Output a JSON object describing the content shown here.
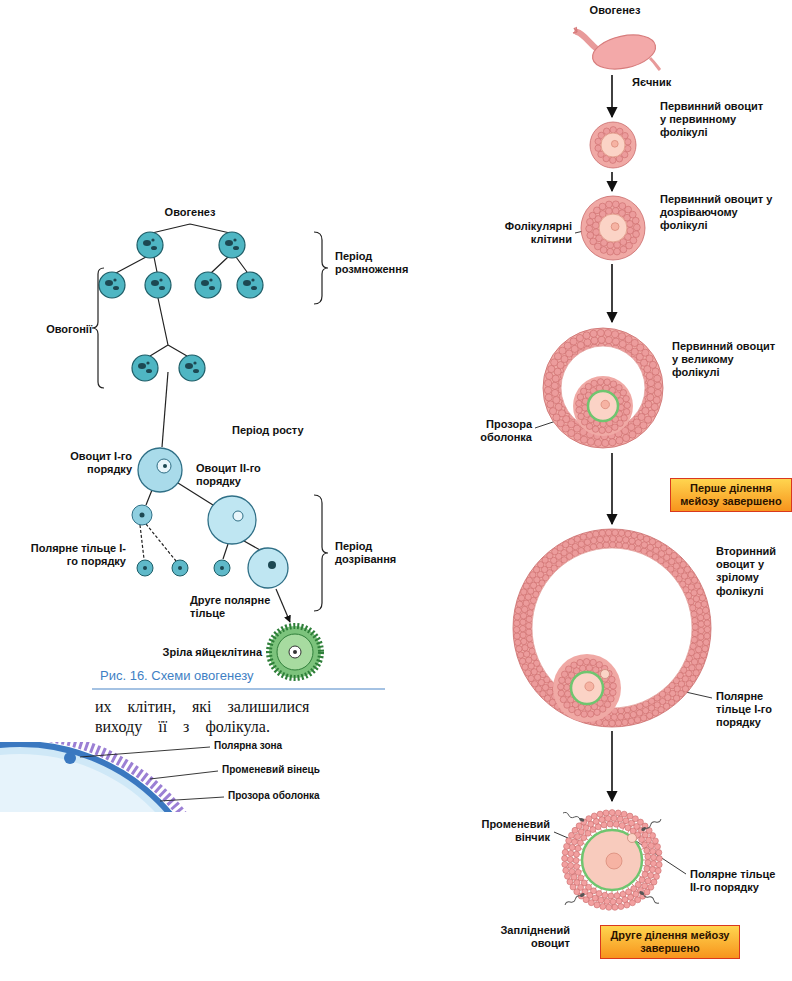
{
  "diagram": {
    "caption": "Рис. 16. Схеми овогенезу",
    "nodes": [
      {
        "text": [
          "Яєчник"
        ]
      },
      {
        "text": [
          "Первинний овоцит у первинному фолікулі"
        ]
      },
      {
        "text": [
          "Фолікулярні клітини",
          "Первинний овоцит у дозріваючому фолікулі"
        ]
      },
      {
        "text": [
          "Первинний овоцит у великому фолікулі",
          "Прозора оболонка"
        ]
      },
      {
        "text": [
          "Перше ділення мейозу завершено"
        ]
      },
      {
        "text": [
          "Вторинний овоцит у зрілому фолікулі",
          "Полярне тільце I-го порядку"
        ]
      },
      {
        "text": [
          "Променевий вінчик",
          "Полярне тільце II-го порядку",
          "Запліднений овоцит"
        ]
      },
      {
        "text": [
          "Друге ділення мейозу завершено"
        ]
      }
    ],
    "edges": [
      {
        "from": 0,
        "to": 1,
        "arrow": "to"
      },
      {
        "from": 1,
        "to": 2,
        "arrow": "to"
      },
      {
        "from": 2,
        "to": 3,
        "arrow": "to"
      },
      {
        "from": 3,
        "to": 5,
        "arrow": "to"
      },
      {
        "from": 5,
        "to": 6,
        "arrow": "to"
      }
    ],
    "labels": [
      "Овогенез",
      "Період розмноження",
      "Овогонії",
      "Період росту",
      "Овоцит I-го порядку",
      "Овоцит II-го порядку",
      "Період дозрівання",
      "Полярне тільце I-го порядку",
      "Друге полярне тільце",
      "Зріла яйцеклітина",
      "их клітин, які залишилися",
      "виходу її з фолікула.",
      "Полярна зона",
      "Променевий вінець",
      "Прозора оболонка",
      "Овогенез"
    ]
  }
}
